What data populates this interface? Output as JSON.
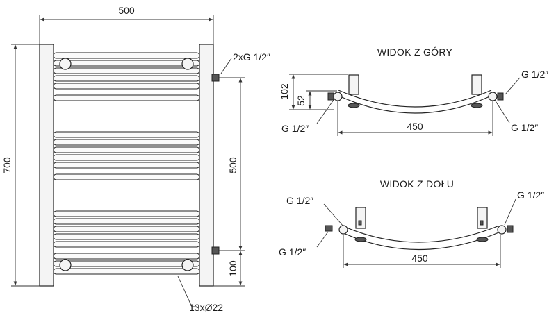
{
  "front_view": {
    "width_dim": "500",
    "height_dim": "700",
    "inner_height_dim": "500",
    "bottom_offset_dim": "100",
    "connection_label": "2xG 1/2″",
    "tubes_label": "13xØ22"
  },
  "top_view": {
    "title": "WIDOK Z GÓRY",
    "depth_dim": "102",
    "offset_dim": "52",
    "span_dim": "450",
    "label_top_right": "G 1/2″",
    "label_bottom_left": "G 1/2″",
    "label_bottom_right": "G 1/2″"
  },
  "bottom_view": {
    "title": "WIDOK Z DOŁU",
    "span_dim": "450",
    "label_top_left": "G 1/2″",
    "label_top_right": "G 1/2″",
    "label_bottom_left": "G 1/2″"
  }
}
